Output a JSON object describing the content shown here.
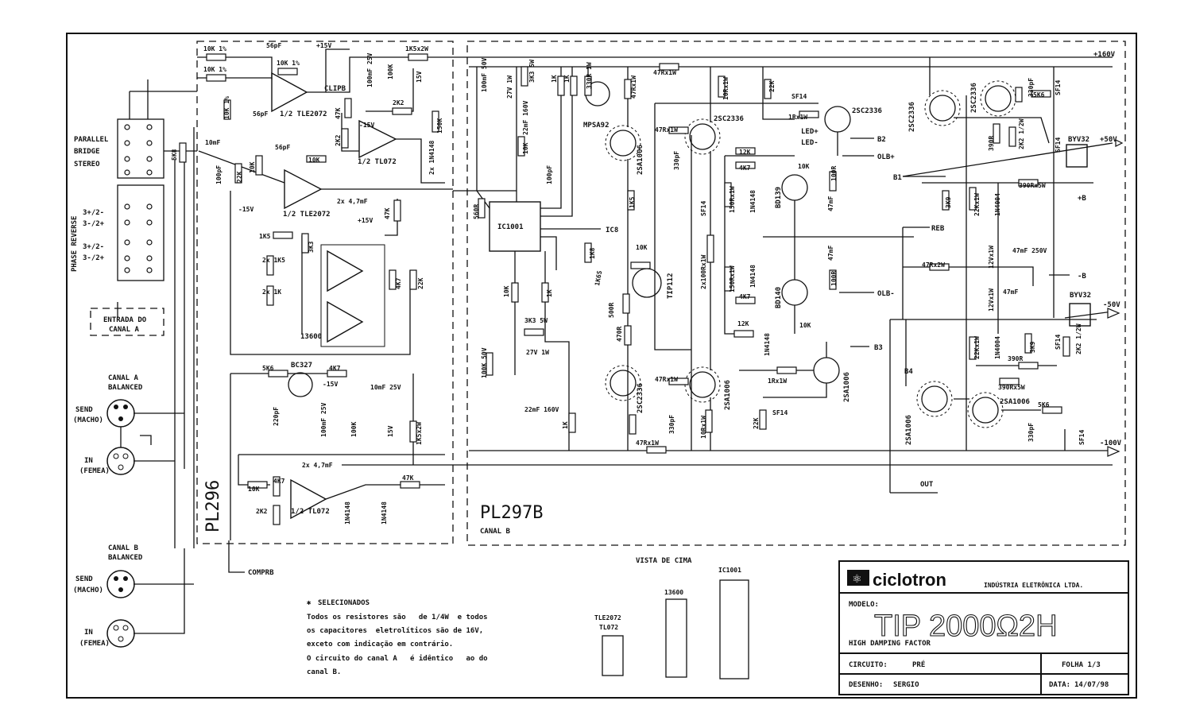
{
  "sheet": {
    "board_a": "PL296",
    "board_b": "PL297B",
    "board_b_sub": "CANAL B",
    "parallel_labels": [
      "PARALLEL",
      "BRIDGE",
      "STEREO"
    ],
    "phase_reverse": "PHASE REVERSE",
    "phase_pins": [
      "3+/2-",
      "3-/2+",
      "3+/2-",
      "3-/2+"
    ],
    "entrada": [
      "ENTRADA DO",
      "CANAL A"
    ],
    "canal_a": [
      "CANAL A",
      "BALANCED"
    ],
    "canal_b": [
      "CANAL B",
      "BALANCED"
    ],
    "send_macho": [
      "SEND",
      "(MACHO)"
    ],
    "in_femea": [
      "IN",
      "(FEMEA)"
    ],
    "compr_b": "COMPRB",
    "clip_b": "CLIPB",
    "ic_labels": {
      "tle2072_a": "1/2 TLE2072",
      "tle2072_b": "1/2 TLE2072",
      "tl072_a": "1/2 TL072",
      "tl072_b": "1/2 TL072",
      "ic13600": "13600",
      "ic1001": "IC1001",
      "bc327": "BC327",
      "mpsa92": "MPSA92",
      "tip112": "TIP112",
      "bd139": "BD139",
      "bd140": "BD140"
    },
    "transistors": [
      "2SA1006",
      "2SC2336",
      "2SC2336",
      "2SA1006",
      "2SC2336",
      "2SC2336",
      "2SA1006",
      "2SA1006",
      "2SA1006",
      "2SA1006",
      "2SC2336",
      "2SA1006"
    ],
    "components_a": [
      "10K 1%",
      "10K 1%",
      "10K 1%",
      "56pF",
      "10K 1%",
      "56pF",
      "+15V",
      "100mF 25V",
      "100K",
      "15V",
      "1K5x2W",
      "47K",
      "2K2",
      "-15V",
      "2K2",
      "150K",
      "2x 1N4148",
      "5K8",
      "10mF",
      "56pF",
      "10K",
      "100pF",
      "22K",
      "10K",
      "-15V",
      "2x 4,7mF",
      "47K",
      "+15V",
      "1K5",
      "3K3",
      "2x 1K5",
      "2x 1K",
      "22K",
      "4K7",
      "5K6",
      "4K7",
      "-15V",
      "10mF 25V",
      "220pF",
      "100mF 25V",
      "100K",
      "15V",
      "1K5x2W",
      "2x 4,7mF",
      "4K7",
      "10K",
      "2K2",
      "1N4148",
      "1N4148",
      "47K"
    ],
    "components_b": [
      "560R",
      "100mF 50V",
      "27V 1W",
      "3K3 5W",
      "1K",
      "1K",
      "330R 1W",
      "47Rx1W",
      "47Rx1W",
      "22mF 160V",
      "10K",
      "100pF",
      "1K5",
      "1K8",
      "IC8",
      "1K6S",
      "10K",
      "10K",
      "500R",
      "470R",
      "3K3 5W",
      "100K 50V",
      "27V 1W",
      "22mF 160V",
      "1K",
      "1K",
      "10Rx1W",
      "22K",
      "SF14",
      "1Rx1W",
      "12K",
      "4K7",
      "150Rx1W",
      "1N4148",
      "SF14",
      "2x100Rx1W",
      "150Rx1W",
      "1N4148",
      "4K7",
      "12K",
      "10K",
      "100R",
      "47mF",
      "100R",
      "47mF",
      "10K",
      "47Rx1W",
      "47Rx1W",
      "330pF",
      "330pF",
      "10Rx1W",
      "47Rx1W",
      "22K",
      "SF14",
      "1Rx1W",
      "1N4148",
      "47Rx2W",
      "390R",
      "2K2 1/2W",
      "SF14",
      "BYV32",
      "390Rx5W",
      "3K9",
      "22Kx1W",
      "1N4004",
      "12Vx1W",
      "12Vx1W",
      "47mF 250V",
      "47mF",
      "3K9",
      "22Kx1W",
      "1N4004",
      "390R",
      "390Rx5W",
      "2K2 1/2W",
      "SF14",
      "BYV32",
      "330pF",
      "5K6",
      "SF14",
      "5K6",
      "330pF",
      "SF14"
    ],
    "nets": [
      "+160V",
      "+50V",
      "B2",
      "OLB+",
      "B1",
      "+B",
      "REB",
      "-B",
      "OLB-",
      "B3",
      "-50V",
      "B4",
      "-100V",
      "OUT",
      "LED+",
      "LED-"
    ],
    "vista": "VISTA DE CIMA",
    "pkg_ic1001": "IC1001",
    "pkg_13600": "13600",
    "pkg_tle": [
      "TLE2072",
      "TL072"
    ],
    "notes": {
      "selecionados": "SELECIONADOS",
      "lines": [
        "Todos os resistores são   de 1/4W  e todos",
        "os capacitores  eletrolíticos são de 16V,",
        "exceto com indicação em contrário.",
        "O circuito do canal A   é idêntico   ao do",
        "canal B."
      ]
    },
    "title_block": {
      "brand": "ciclotron",
      "company": "INDÚSTRIA ELETRÔNICA LTDA.",
      "modelo_label": "MODELO:",
      "modelo": "TIP 2000Ω2H",
      "subtitle": "HIGH DAMPING FACTOR",
      "circuito_label": "CIRCUITO:",
      "circuito": "PRÉ",
      "folha": "FOLHA 1/3",
      "desenho_label": "DESENHO:",
      "desenho": "SERGIO",
      "data_label": "DATA:",
      "data": "14/07/98"
    }
  }
}
